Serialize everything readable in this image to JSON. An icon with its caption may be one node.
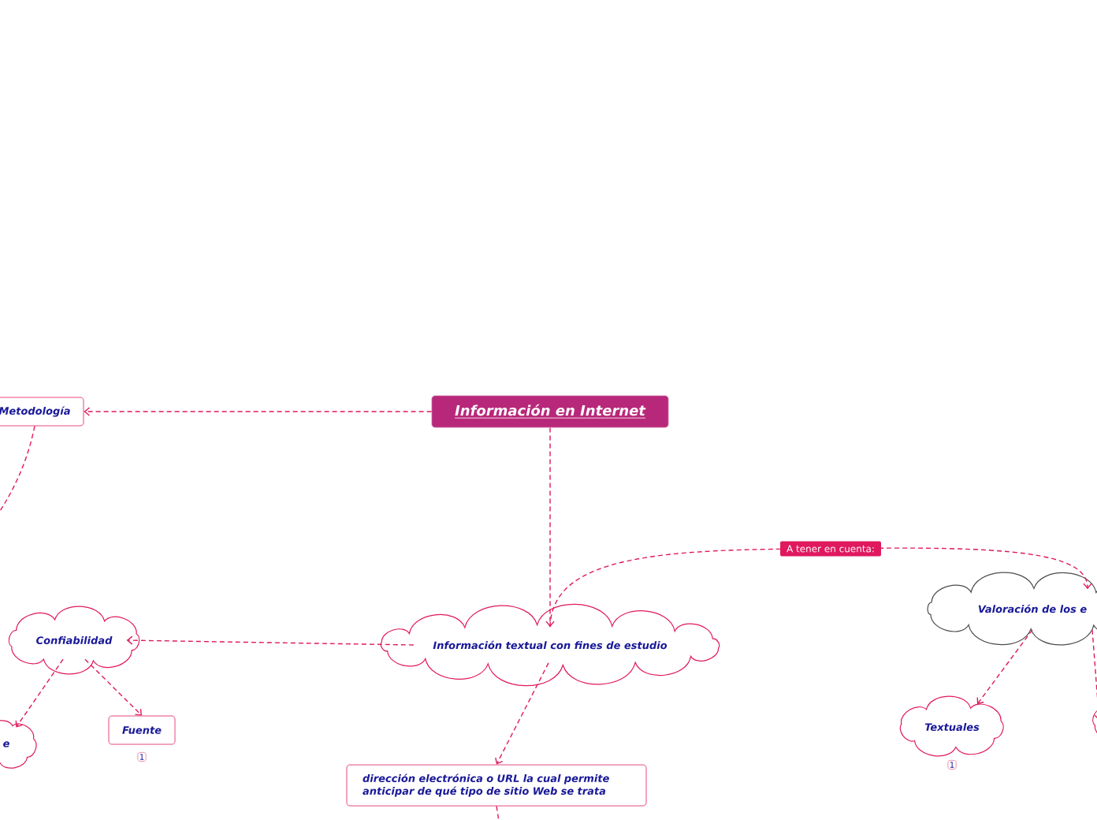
{
  "diagram": {
    "nodes": [
      {
        "text": [
          "Información en Internet"
        ]
      },
      {
        "text": [
          "Metodología"
        ]
      },
      {
        "text": [
          "Información textual con fines de estudio"
        ]
      },
      {
        "text": [
          "Confiabilidad"
        ]
      },
      {
        "text": [
          "e"
        ]
      },
      {
        "text": [
          "Fuente"
        ],
        "beside": [
          "1"
        ]
      },
      {
        "text": [
          "dirección electrónica o URL la cual permite anticipar de qué tipo de sitio Web se trata"
        ]
      },
      {
        "text": [
          "Valoración de los e"
        ]
      },
      {
        "text": [
          "Textuales"
        ],
        "beside": [
          "1"
        ]
      },
      {
        "text": [],
        "shape": "cloud"
      }
    ],
    "edges": [
      {
        "from": 0,
        "to": 1,
        "arrow": "to"
      },
      {
        "from": 0,
        "to": 2,
        "arrow": "to"
      },
      {
        "from": 2,
        "to": 3,
        "arrow": "to"
      },
      {
        "from": 3,
        "to": 4,
        "arrow": "to"
      },
      {
        "from": 3,
        "to": 5,
        "arrow": "to"
      },
      {
        "from": 2,
        "to": 6,
        "arrow": "to"
      },
      {
        "from": 2,
        "to": 7,
        "arrow": "to",
        "label": "A tener en cuenta:"
      },
      {
        "from": 7,
        "to": 8,
        "arrow": "to"
      },
      {
        "from": 7,
        "to": 9,
        "arrow": "to"
      },
      {
        "from": 1,
        "to": null,
        "arrow": "none"
      },
      {
        "from": 6,
        "to": null,
        "arrow": "none"
      }
    ]
  }
}
